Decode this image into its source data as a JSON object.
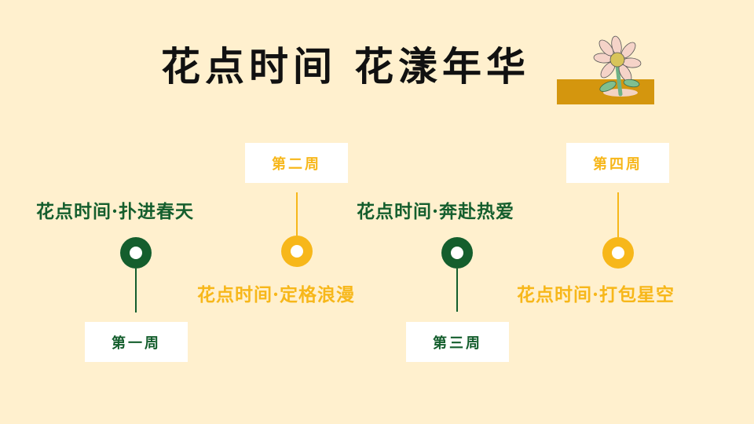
{
  "title": {
    "part1": "花点时间",
    "part2": "花漾年华"
  },
  "colors": {
    "background": "#FFF0CE",
    "green": "#145E2D",
    "yellow": "#F7B71A",
    "accent_block": "#D4960E",
    "box": "#FFFFFF",
    "title_text": "#111111"
  },
  "timeline": [
    {
      "week": "第一周",
      "label": "花点时间·扑进春天",
      "color": "green"
    },
    {
      "week": "第二周",
      "label": "花点时间·定格浪漫",
      "color": "yellow"
    },
    {
      "week": "第三周",
      "label": "花点时间·奔赴热爱",
      "color": "green"
    },
    {
      "week": "第四周",
      "label": "花点时间·打包星空",
      "color": "yellow"
    }
  ],
  "decoration": {
    "icon": "flower-icon"
  }
}
